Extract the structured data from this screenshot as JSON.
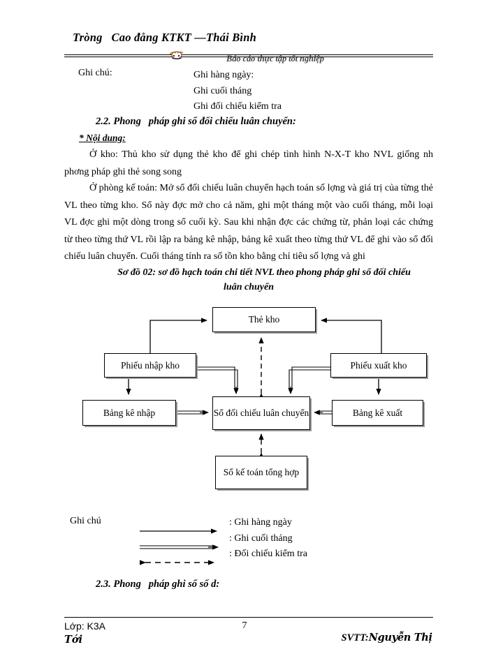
{
  "header": {
    "school_line": "Tròng   Cao đẳng KTKT —Thái Bình",
    "report_line": "Báo cáo thực tập tốt nghiệp"
  },
  "top_note": {
    "label": "Ghi chú:",
    "items": [
      "Ghi hàng ngày:",
      "Ghi cuối tháng",
      "Ghi đối chiếu kiểm tra"
    ]
  },
  "sections": {
    "heading_22": "2.2. Phong   pháp ghi sổ đối chiếu luân chuyển:",
    "subhead": "* Nội dung:",
    "heading_23": "2.3. Phong   pháp ghi sổ số d:"
  },
  "paragraphs": {
    "p1": "Ở kho: Thủ kho sử dụng thẻ kho để ghi chép tình hình N-X-T kho NVL giống nh   phơng   pháp ghi thẻ song song",
    "p2": "Ở phòng kế toán: Mở sổ đối chiếu luân chuyển hạch toán số lợng   và giá trị của từng thẻ VL theo từng kho. Sổ này đợc   mở cho cả năm, ghi một tháng một vào cuối tháng, mỗi loại VL đợc   ghi một dòng trong sổ cuối kỳ. Sau khi nhận đợc   các chứng từ, phản loại các chứng từ theo từng thứ VL rồi lập ra bảng kê nhập, bảng kê xuất theo từng thứ VL để ghi vào sổ đối chiếu luân chuyển. Cuối tháng tính ra số tồn kho bằng chỉ tiêu số lợng   và ghi"
  },
  "figure": {
    "caption_line1": "Sơ đồ 02: sơ đồ hạch toán chi tiết NVL theo phong   pháp ghi sổ đối chiếu",
    "caption_line2": "luân chuyển"
  },
  "diagram": {
    "nodes": {
      "the_kho": "Thẻ kho",
      "phieu_nhap_kho": "Phiếu nhập kho",
      "phieu_xuat_kho": "Phiếu xuất kho",
      "bang_ke_nhap": "Bảng kê nhập",
      "bang_ke_xuat": "Bảng kê xuất",
      "so_doi_chieu": "Sổ đối chiếu luân chuyển",
      "so_ke_toan": "Sổ kế toán tổng hợp"
    },
    "line_color": "#000000",
    "shadow_color": "#9a9a9a"
  },
  "legend": {
    "title": "Ghi chú",
    "labels": [
      ": Ghi hàng ngày",
      ": Ghi cuối tháng",
      ": Đối chiếu kiểm tra"
    ],
    "line_styles": [
      "thin-arrow",
      "double-arrow",
      "dashed-bidirectional-arrow"
    ]
  },
  "footer": {
    "left": "Lớp: K3A",
    "page_number": "7",
    "right_prefix": "SVTT:",
    "right_name": "Nguyễn Thị",
    "right_name_tail": "Tới"
  }
}
